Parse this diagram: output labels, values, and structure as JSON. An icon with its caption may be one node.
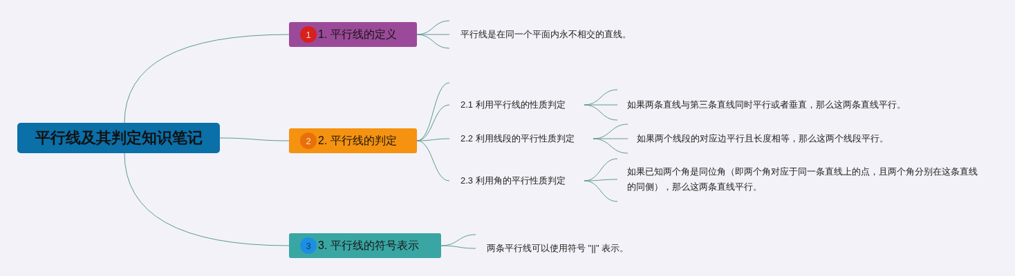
{
  "diagram": {
    "nodes": [
      {
        "text": [
          "平行线及其判定知识笔记"
        ]
      },
      {
        "text": [
          "1. 平行线的定义"
        ]
      },
      {
        "text": [
          "1"
        ],
        "in": 1
      },
      {
        "text": [
          "平行线是在同一个平面内永不相交的直线。"
        ]
      },
      {
        "text": [
          "2. 平行线的判定"
        ]
      },
      {
        "text": [
          "2"
        ],
        "in": 4
      },
      {
        "text": [
          "2.1 利用平行线的性质判定"
        ]
      },
      {
        "text": [
          "如果两条直线与第三条直线同时平行或者垂直，那么这两条直线平行。"
        ]
      },
      {
        "text": [
          "2.2 利用线段的平行性质判定"
        ]
      },
      {
        "text": [
          "如果两个线段的对应边平行且长度相等，那么这两个线段平行。"
        ]
      },
      {
        "text": [
          "2.3 利用角的平行性质判定"
        ]
      },
      {
        "text": [
          "如果已知两个角是同位角（即两个角对应于同一条直线上的点，且两个角分别在这条直线的同侧），那么这两条直线平行。"
        ]
      },
      {
        "text": [
          "3. 平行线的符号表示"
        ]
      },
      {
        "text": [
          "3"
        ],
        "in": 12
      },
      {
        "text": [
          "两条平行线可以使用符号 \"||\" 表示。"
        ]
      }
    ],
    "edges": [
      {
        "from": 0,
        "to": 1,
        "arrow": "none"
      },
      {
        "from": 0,
        "to": 4,
        "arrow": "none"
      },
      {
        "from": 0,
        "to": 12,
        "arrow": "none"
      },
      {
        "from": 1,
        "to": 3,
        "arrow": "none"
      },
      {
        "from": 1,
        "to": 3,
        "arrow": "none"
      },
      {
        "from": 1,
        "to": 3,
        "arrow": "none"
      },
      {
        "from": 4,
        "to": 6,
        "arrow": "none"
      },
      {
        "from": 4,
        "to": 6,
        "arrow": "none"
      },
      {
        "from": 4,
        "to": 8,
        "arrow": "none"
      },
      {
        "from": 4,
        "to": 10,
        "arrow": "none"
      },
      {
        "from": 6,
        "to": 7,
        "arrow": "none"
      },
      {
        "from": 6,
        "to": 7,
        "arrow": "none"
      },
      {
        "from": 6,
        "to": 7,
        "arrow": "none"
      },
      {
        "from": 8,
        "to": 9,
        "arrow": "none"
      },
      {
        "from": 8,
        "to": 9,
        "arrow": "none"
      },
      {
        "from": 8,
        "to": 9,
        "arrow": "none"
      },
      {
        "from": 10,
        "to": 11,
        "arrow": "none"
      },
      {
        "from": 10,
        "to": 11,
        "arrow": "none"
      },
      {
        "from": 10,
        "to": 11,
        "arrow": "none"
      },
      {
        "from": 12,
        "to": 14,
        "arrow": "none"
      },
      {
        "from": 12,
        "to": 14,
        "arrow": "none"
      }
    ]
  }
}
